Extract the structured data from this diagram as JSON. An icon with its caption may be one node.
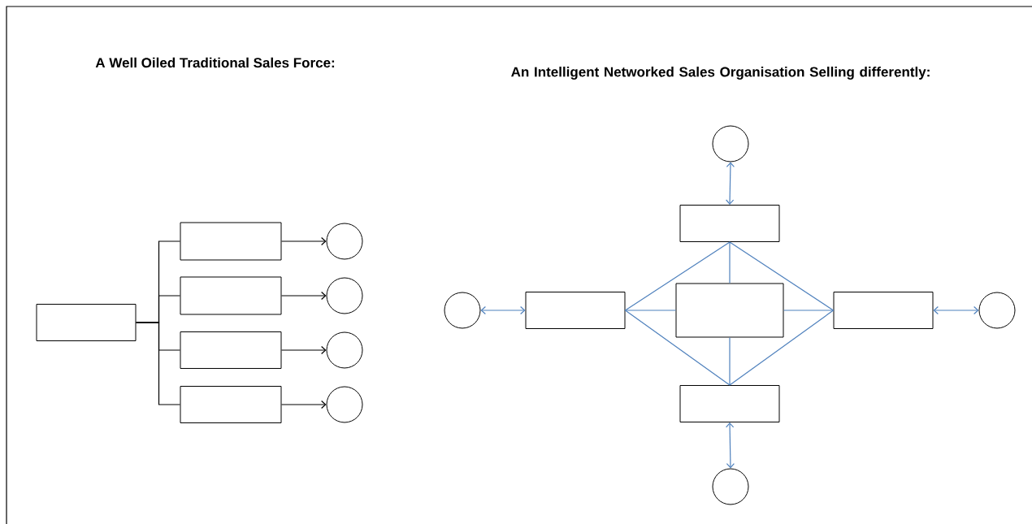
{
  "diagram": {
    "nodes": [
      {
        "text": [],
        "shape": "box"
      },
      {
        "text": [],
        "shape": "box"
      },
      {
        "text": [],
        "shape": "box"
      },
      {
        "text": [],
        "shape": "box"
      },
      {
        "text": [],
        "shape": "box"
      },
      {
        "text": [],
        "shape": "circle"
      },
      {
        "text": [],
        "shape": "circle"
      },
      {
        "text": [],
        "shape": "circle"
      },
      {
        "text": [],
        "shape": "circle"
      },
      {
        "text": [],
        "shape": "circle"
      },
      {
        "text": [],
        "shape": "box"
      },
      {
        "text": [],
        "shape": "circle"
      },
      {
        "text": [],
        "shape": "box"
      },
      {
        "text": [],
        "shape": "box"
      },
      {
        "text": [],
        "shape": "box"
      },
      {
        "text": [],
        "shape": "circle"
      },
      {
        "text": [],
        "shape": "box"
      },
      {
        "text": [],
        "shape": "circle"
      }
    ],
    "edges": [
      {
        "from": 0,
        "to": 1,
        "arrow": "none",
        "color": "#000000"
      },
      {
        "from": 0,
        "to": 2,
        "arrow": "none",
        "color": "#000000"
      },
      {
        "from": 0,
        "to": 3,
        "arrow": "none",
        "color": "#000000"
      },
      {
        "from": 0,
        "to": 4,
        "arrow": "none",
        "color": "#000000"
      },
      {
        "from": 1,
        "to": 5,
        "arrow": "to",
        "color": "#000000"
      },
      {
        "from": 2,
        "to": 6,
        "arrow": "to",
        "color": "#000000"
      },
      {
        "from": 3,
        "to": 7,
        "arrow": "to",
        "color": "#000000"
      },
      {
        "from": 4,
        "to": 8,
        "arrow": "to",
        "color": "#000000"
      },
      {
        "from": 9,
        "to": 10,
        "arrow": "both"
      },
      {
        "from": 11,
        "to": 12,
        "arrow": "both"
      },
      {
        "from": 14,
        "to": 15,
        "arrow": "both"
      },
      {
        "from": 16,
        "to": 17,
        "arrow": "both"
      },
      {
        "from": 12,
        "to": 10,
        "arrow": "none"
      },
      {
        "from": 10,
        "to": 14,
        "arrow": "none"
      },
      {
        "from": 14,
        "to": 16,
        "arrow": "none"
      },
      {
        "from": 16,
        "to": 12,
        "arrow": "none"
      },
      {
        "from": 10,
        "to": 13,
        "arrow": "none"
      },
      {
        "from": 13,
        "to": 16,
        "arrow": "none"
      },
      {
        "from": 12,
        "to": 13,
        "arrow": "none"
      },
      {
        "from": 13,
        "to": 14,
        "arrow": "none"
      }
    ],
    "labels": [
      "A Well Oiled Traditional Sales Force:",
      "An Intelligent Networked Sales Organisation Selling differently:"
    ]
  }
}
